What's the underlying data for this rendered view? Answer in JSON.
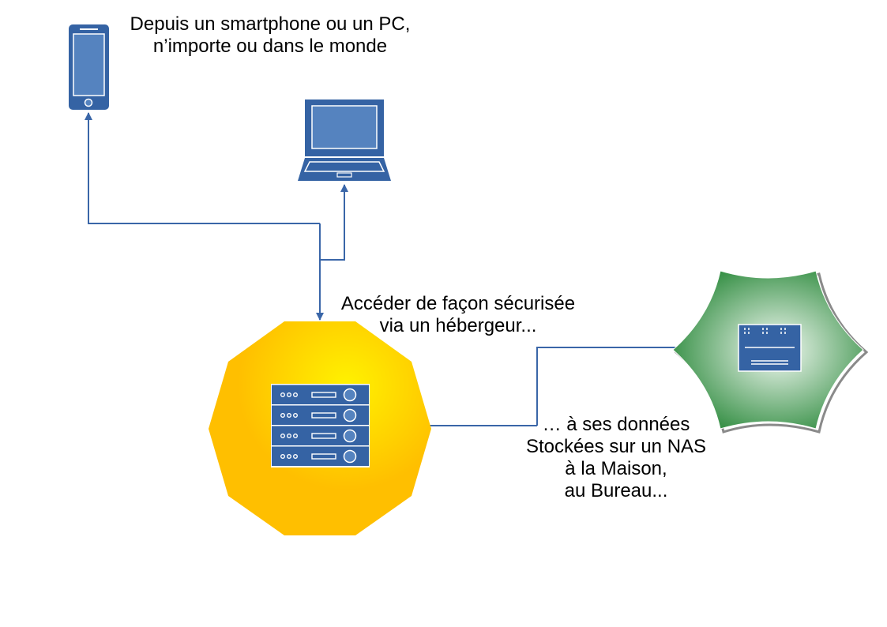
{
  "colors": {
    "icon_blue": "#3563a4",
    "icon_fill_light": "#5583bf",
    "connector": "#3a66a8",
    "host_gradient_inner": "#fff200",
    "host_gradient_outer": "#ffbf00",
    "nas_gradient_inner": "#f4faf4",
    "nas_gradient_outer": "#2e8b3e"
  },
  "nodes": {
    "smartphone": {
      "icon": "smartphone-icon"
    },
    "laptop": {
      "icon": "laptop-icon"
    },
    "host": {
      "icon": "server-rack-icon",
      "shape": "decagon"
    },
    "nas": {
      "icon": "nas-device-icon",
      "shape": "six-point-star"
    }
  },
  "labels": {
    "devices": [
      "Depuis un smartphone ou un PC,",
      "n’importe ou dans le monde"
    ],
    "host": [
      "Accéder de façon sécurisée",
      "via un hébergeur..."
    ],
    "nas": [
      "… à ses données",
      "Stockées sur un NAS",
      "à la Maison,",
      "au Bureau..."
    ]
  }
}
